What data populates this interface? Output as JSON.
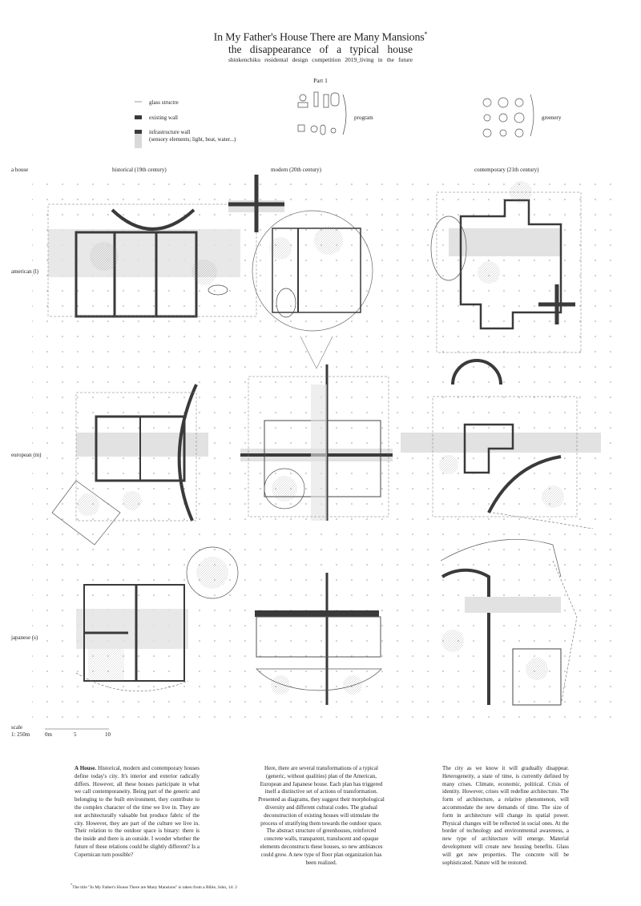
{
  "header": {
    "title": "In My Father's House There are Many Mansions",
    "title_mark": "*",
    "subtitle": "the disappearance of a typical house",
    "competition": "shinkenchiku residental design competition 2019_living in the future",
    "part": "Part 1"
  },
  "legend": {
    "glass": "glass structre",
    "existing_wall": "existing wall",
    "infra_wall": "infrastructure wall",
    "infra_note": "(sensory elements; light, heat, water...)",
    "program": "program",
    "greenery": "greenery"
  },
  "grid": {
    "corner_label": "a house",
    "columns": [
      "historical (19th century)",
      "modern (20th century)",
      "contemporary (21th century)"
    ],
    "rows": [
      "american (l)",
      "european (m)",
      "japanese (s)"
    ]
  },
  "scale": {
    "label": "scale",
    "ratio": "1: 250m",
    "ticks": [
      "0m",
      "5",
      "10"
    ]
  },
  "text_columns": {
    "col1_lead": "A House.",
    "col1_body": "Historical, modern and contemporary houses define today's city. It's interior and exterior radically differs. However, all these houses participate in what we call contemporaneity. Being part of the generic and belonging to the built environment, they contribute to the complex character of the time we live in. They are not architecturally valuable but produce fabric of the city. However, they are part of the culture we live in. Their relation to the outdoor space is binary: there is the inside and there is an outside. I wonder whether the future of these relations could be slightly different? Is a Copernican turn possible?",
    "col2_body": "Here, there are several transformations of a typical (generic, without qualities) plan of the American, European and Japanese house. Each plan has triggered itself a distinctive set of actions of transformation. Presented as diagrams, they suggest their morphological diversity and different cultural codes. The gradual deconstruction of existing houses will stimulate the process of stratifying them towards the outdoor space. The abstract structure of greenhouses, reinforced concrete walls, transparent, translucent and opaque elements deconstructs these houses, so new ambiances could grow. A new type of floor plan organization has been realized.",
    "col3_body": "The city as we know it will gradually disappear. Heterogeneity, a state of time, is currently defined by many crises. Climate, economic, political. Crisis of identity. However, crises will redefine architecture. The form of architecture, a relative phenomenon, will accommodate the new demands of time. The size of form in architecture will change its spatial power. Physical changes will be reflected in social ones. At the border of technology and environmental awareness, a new type of architecture will emerge. Material development will create new housing benefits. Glass will get new properties. The concrete will be sophisticated. Nature will be restored."
  },
  "footnote": {
    "mark": "*",
    "text": "The title \"In My Father's House There are Many Mansions\" is taken from a Bible, John, 14: 2"
  },
  "colors": {
    "wall": "#3a3a3a",
    "infra": "#d9d9d9",
    "line": "#555555",
    "grid_dot": "#9a9a9a"
  }
}
